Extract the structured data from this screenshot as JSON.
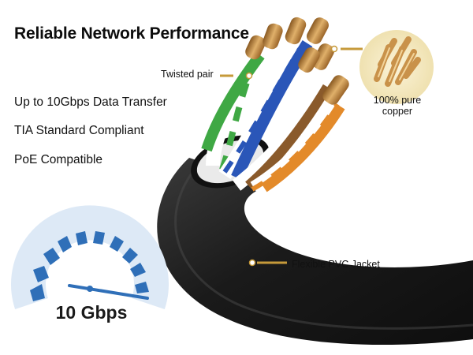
{
  "headline": "Reliable Network Performance",
  "features": [
    "Up to 10Gbps Data Transfer",
    "TIA Standard Compliant",
    "PoE Compatible"
  ],
  "callouts": {
    "twisted_pair": "Twisted pair",
    "copper_line1": "100% pure",
    "copper_line2": "copper",
    "jacket": "Flexible PVC Jacket"
  },
  "speed": "10 Gbps",
  "colors": {
    "accent_gold": "#c69a3a",
    "gauge_blue": "#2f6fb8",
    "gauge_light_blue": "#dde9f6",
    "jacket_black": "#1c1c1c",
    "copper": "#c9924a",
    "wire_green": "#3fa844",
    "wire_blue": "#2a56b8",
    "wire_orange": "#e38a2a"
  },
  "icons": [
    "speed-gauge-icon",
    "cable-illustration",
    "copper-wires-icon"
  ]
}
